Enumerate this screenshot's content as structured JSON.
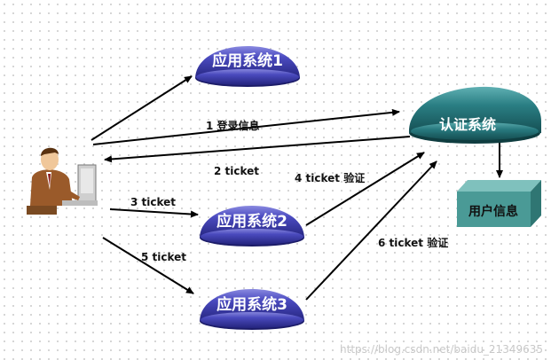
{
  "diagram": {
    "nodes": {
      "app1": {
        "label": "应用系统1"
      },
      "app2": {
        "label": "应用系统2"
      },
      "app3": {
        "label": "应用系统3"
      },
      "auth": {
        "label": "认证系统"
      },
      "userdb": {
        "label": "用户信息"
      }
    },
    "edges": [
      {
        "id": "e1",
        "label": "1 登录信息"
      },
      {
        "id": "e2",
        "label": "2 ticket"
      },
      {
        "id": "e3",
        "label": "3 ticket"
      },
      {
        "id": "e4",
        "label": "4 ticket 验证"
      },
      {
        "id": "e5",
        "label": "5 ticket"
      },
      {
        "id": "e6",
        "label": "6 ticket 验证"
      }
    ],
    "colors": {
      "app_node": "#3a3aa8",
      "auth_node": "#1f6f75",
      "userdb": "#3f8f8c",
      "arrow": "#000000"
    }
  },
  "watermark": "https://blog.csdn.net/baidu_21349635"
}
